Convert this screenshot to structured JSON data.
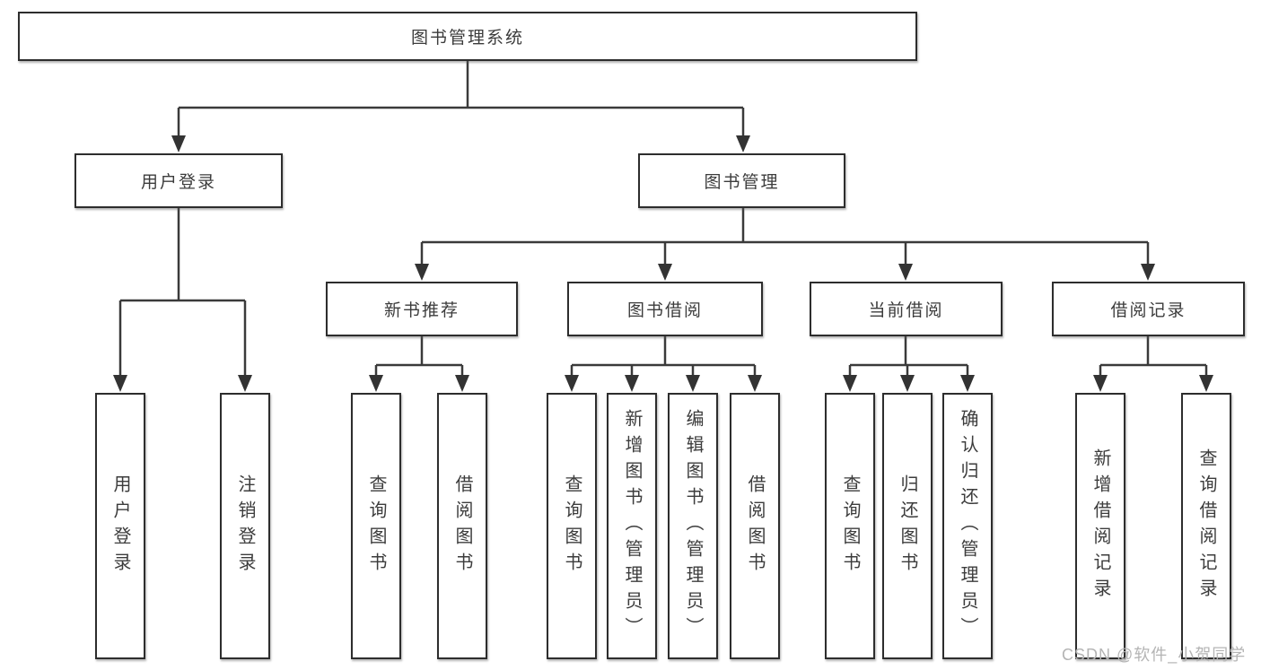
{
  "diagram": {
    "type": "hierarchy-tree",
    "tree": {
      "root": {
        "label": "图书管理系统",
        "children": [
          {
            "label": "用户登录",
            "children": [
              {
                "label": "用户登录"
              },
              {
                "label": "注销登录"
              }
            ]
          },
          {
            "label": "图书管理",
            "children": [
              {
                "label": "新书推荐",
                "children": [
                  {
                    "label": "查询图书"
                  },
                  {
                    "label": "借阅图书"
                  }
                ]
              },
              {
                "label": "图书借阅",
                "children": [
                  {
                    "label": "查询图书"
                  },
                  {
                    "label": "新增图书（管理员）"
                  },
                  {
                    "label": "编辑图书（管理员）"
                  },
                  {
                    "label": "借阅图书"
                  }
                ]
              },
              {
                "label": "当前借阅",
                "children": [
                  {
                    "label": "查询图书"
                  },
                  {
                    "label": "归还图书"
                  },
                  {
                    "label": "确认归还（管理员）"
                  }
                ]
              },
              {
                "label": "借阅记录",
                "children": [
                  {
                    "label": "新增借阅记录"
                  },
                  {
                    "label": "查询借阅记录"
                  }
                ]
              }
            ]
          }
        ]
      }
    },
    "colors": {
      "line": "#3a3a3a",
      "box_border": "#2d2d2d",
      "text": "#3c3c3c",
      "background": "#ffffff"
    }
  },
  "watermark": {
    "text": "CSDN @软件_小贺同学",
    "color": "#b4b4b4"
  }
}
